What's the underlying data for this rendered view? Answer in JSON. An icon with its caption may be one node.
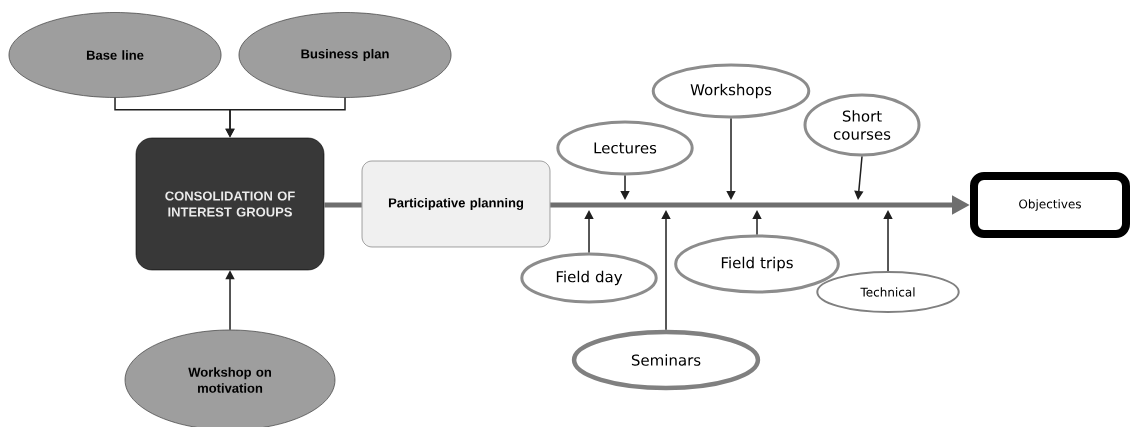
{
  "diagram": {
    "nodes": [
      {
        "text": [
          "Base line"
        ]
      },
      {
        "text": [
          "Business plan"
        ]
      },
      {
        "text": [
          "CONSOLIDATION OF INTEREST GROUPS"
        ]
      },
      {
        "text": [
          "Workshop on motivation"
        ]
      },
      {
        "text": [
          "Participative planning"
        ]
      },
      {
        "text": [
          "Lectures"
        ]
      },
      {
        "text": [
          "Field day"
        ]
      },
      {
        "text": [
          "Workshops"
        ]
      },
      {
        "text": [
          "Seminars"
        ]
      },
      {
        "text": [
          "Field trips"
        ]
      },
      {
        "text": [
          "Short courses"
        ]
      },
      {
        "text": [
          "Technical"
        ]
      },
      {
        "text": [
          "Objectives"
        ]
      }
    ],
    "edges": [
      {
        "from": 0,
        "to": 2,
        "arrow": "to"
      },
      {
        "from": 1,
        "to": 2,
        "arrow": "to"
      },
      {
        "from": 3,
        "to": 2,
        "arrow": "to"
      },
      {
        "from": 2,
        "to": 4,
        "arrow": "none",
        "style": "thick",
        "color": "#6e6e6e"
      },
      {
        "from": 4,
        "to": 12,
        "arrow": "to",
        "style": "thick",
        "color": "#6e6e6e"
      },
      {
        "from": 5,
        "to": null,
        "arrow": "to"
      },
      {
        "from": 6,
        "to": null,
        "arrow": "to"
      },
      {
        "from": 7,
        "to": null,
        "arrow": "to"
      },
      {
        "from": 8,
        "to": null,
        "arrow": "to"
      },
      {
        "from": 9,
        "to": null,
        "arrow": "to"
      },
      {
        "from": 10,
        "to": null,
        "arrow": "to"
      },
      {
        "from": 11,
        "to": null,
        "arrow": "to"
      }
    ]
  }
}
